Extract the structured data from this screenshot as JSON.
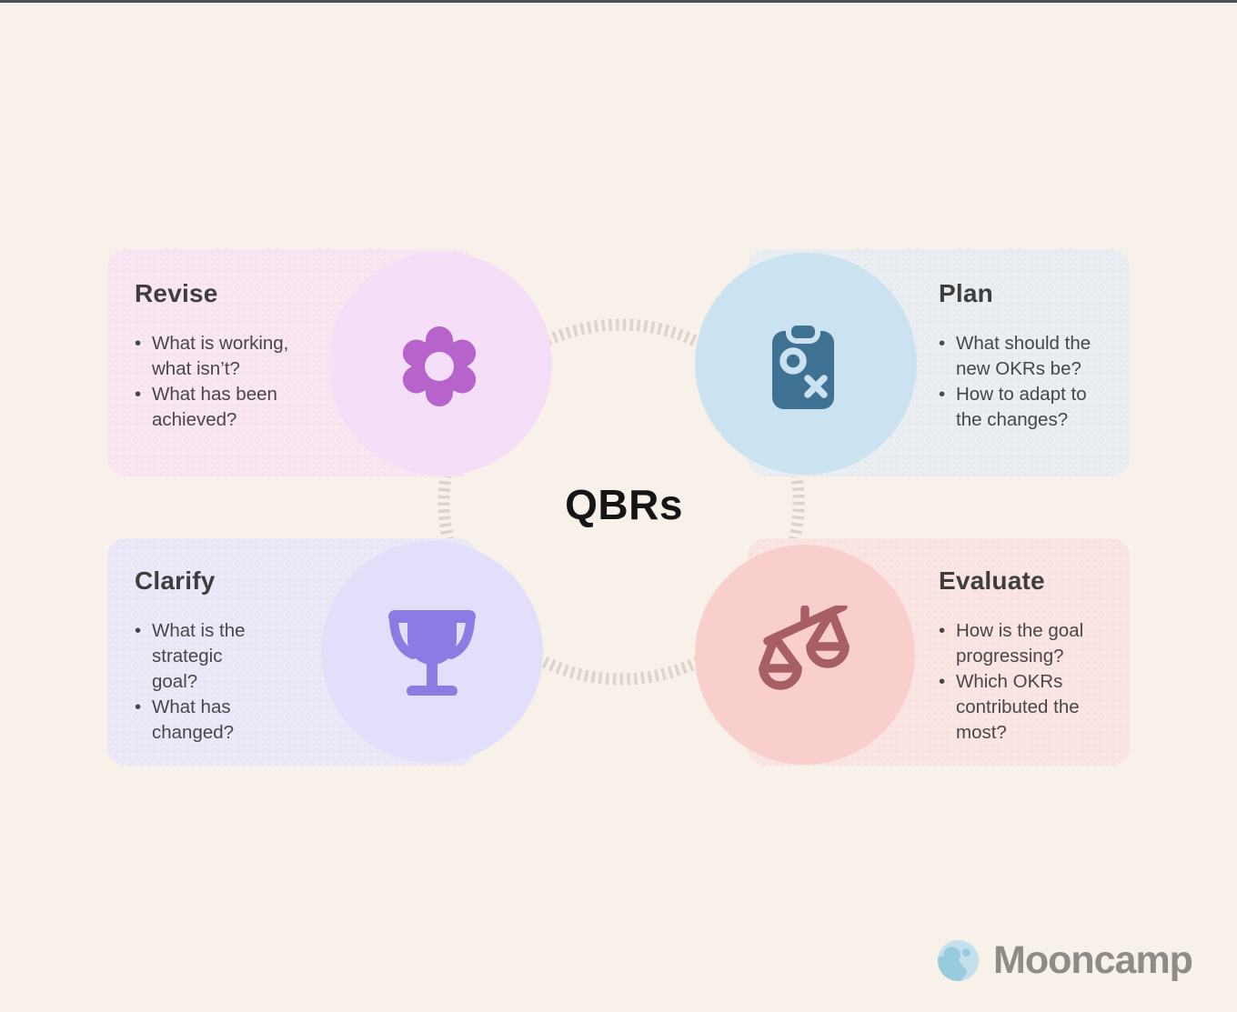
{
  "page": {
    "background_color": "#F8F1EA",
    "top_accent_color": "#465257"
  },
  "center": {
    "label": "QBRs",
    "label_color": "#151515"
  },
  "connector": {
    "dash_color": "#DBD3CC"
  },
  "cards": [
    {
      "id": "revise",
      "title": "Revise",
      "bullets": [
        "What is working, what isn’t?",
        "What has been achieved?"
      ],
      "icon": "gear-icon",
      "card_color": "#F8E6F2",
      "circle_color": "#F4DEF8",
      "icon_color": "#B763CC"
    },
    {
      "id": "plan",
      "title": "Plan",
      "bullets": [
        "What should the new OKRs be?",
        "How to adapt to the changes?"
      ],
      "icon": "strategy-clipboard-icon",
      "card_color": "#E9EEF3",
      "circle_color": "#CBE3F1",
      "icon_color": "#3E7192"
    },
    {
      "id": "clarify",
      "title": "Clarify",
      "bullets": [
        "What is the strategic goal?",
        "What has changed?"
      ],
      "icon": "trophy-icon",
      "card_color": "#EBE8F8",
      "circle_color": "#E3DFFA",
      "icon_color": "#8C7BE3"
    },
    {
      "id": "evaluate",
      "title": "Evaluate",
      "bullets": [
        "How is the goal progressing?",
        "Which OKRs contributed the most?"
      ],
      "icon": "scales-icon",
      "card_color": "#FBE5E3",
      "circle_color": "#F9CFCD",
      "icon_color": "#A75F64"
    }
  ],
  "logo": {
    "brand": "Mooncamp",
    "brand_color": "#8F8B87",
    "icon": "moon-icon",
    "moon_base_color": "#C2E0ED",
    "moon_shade_color": "#98CBDB"
  }
}
